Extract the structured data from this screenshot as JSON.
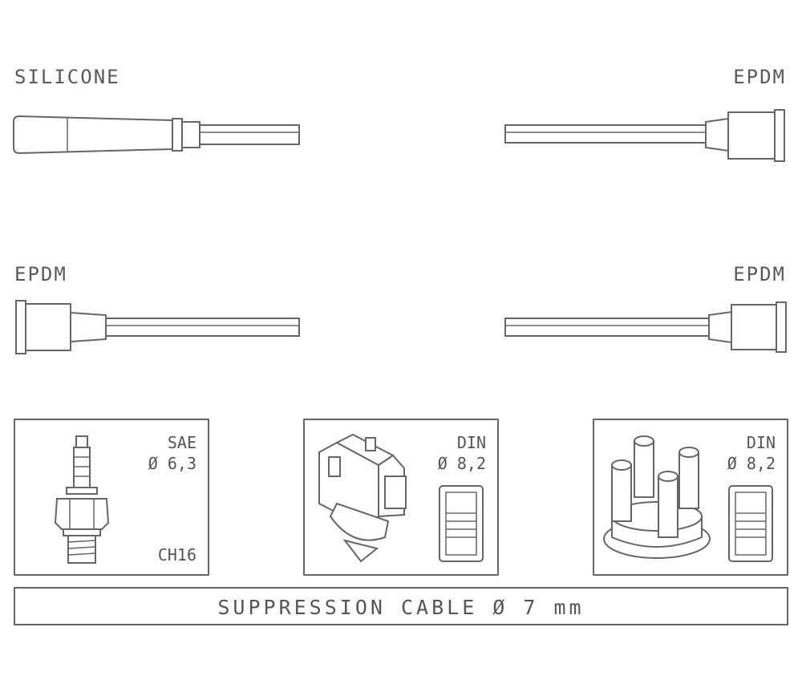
{
  "cables": {
    "top_left_label": "SILICONE",
    "top_right_label": "EPDM",
    "bottom_left_label": "EPDM",
    "bottom_right_label": "EPDM"
  },
  "panels": {
    "spark_plug": {
      "standard": "SAE",
      "diameter": "Ø 6,3",
      "code": "CH16"
    },
    "distributor_left": {
      "standard": "DIN",
      "diameter": "Ø 8,2"
    },
    "distributor_right": {
      "standard": "DIN",
      "diameter": "Ø 8,2"
    }
  },
  "footer": {
    "text": "SUPPRESSION CABLE  Ø  7 mm"
  }
}
